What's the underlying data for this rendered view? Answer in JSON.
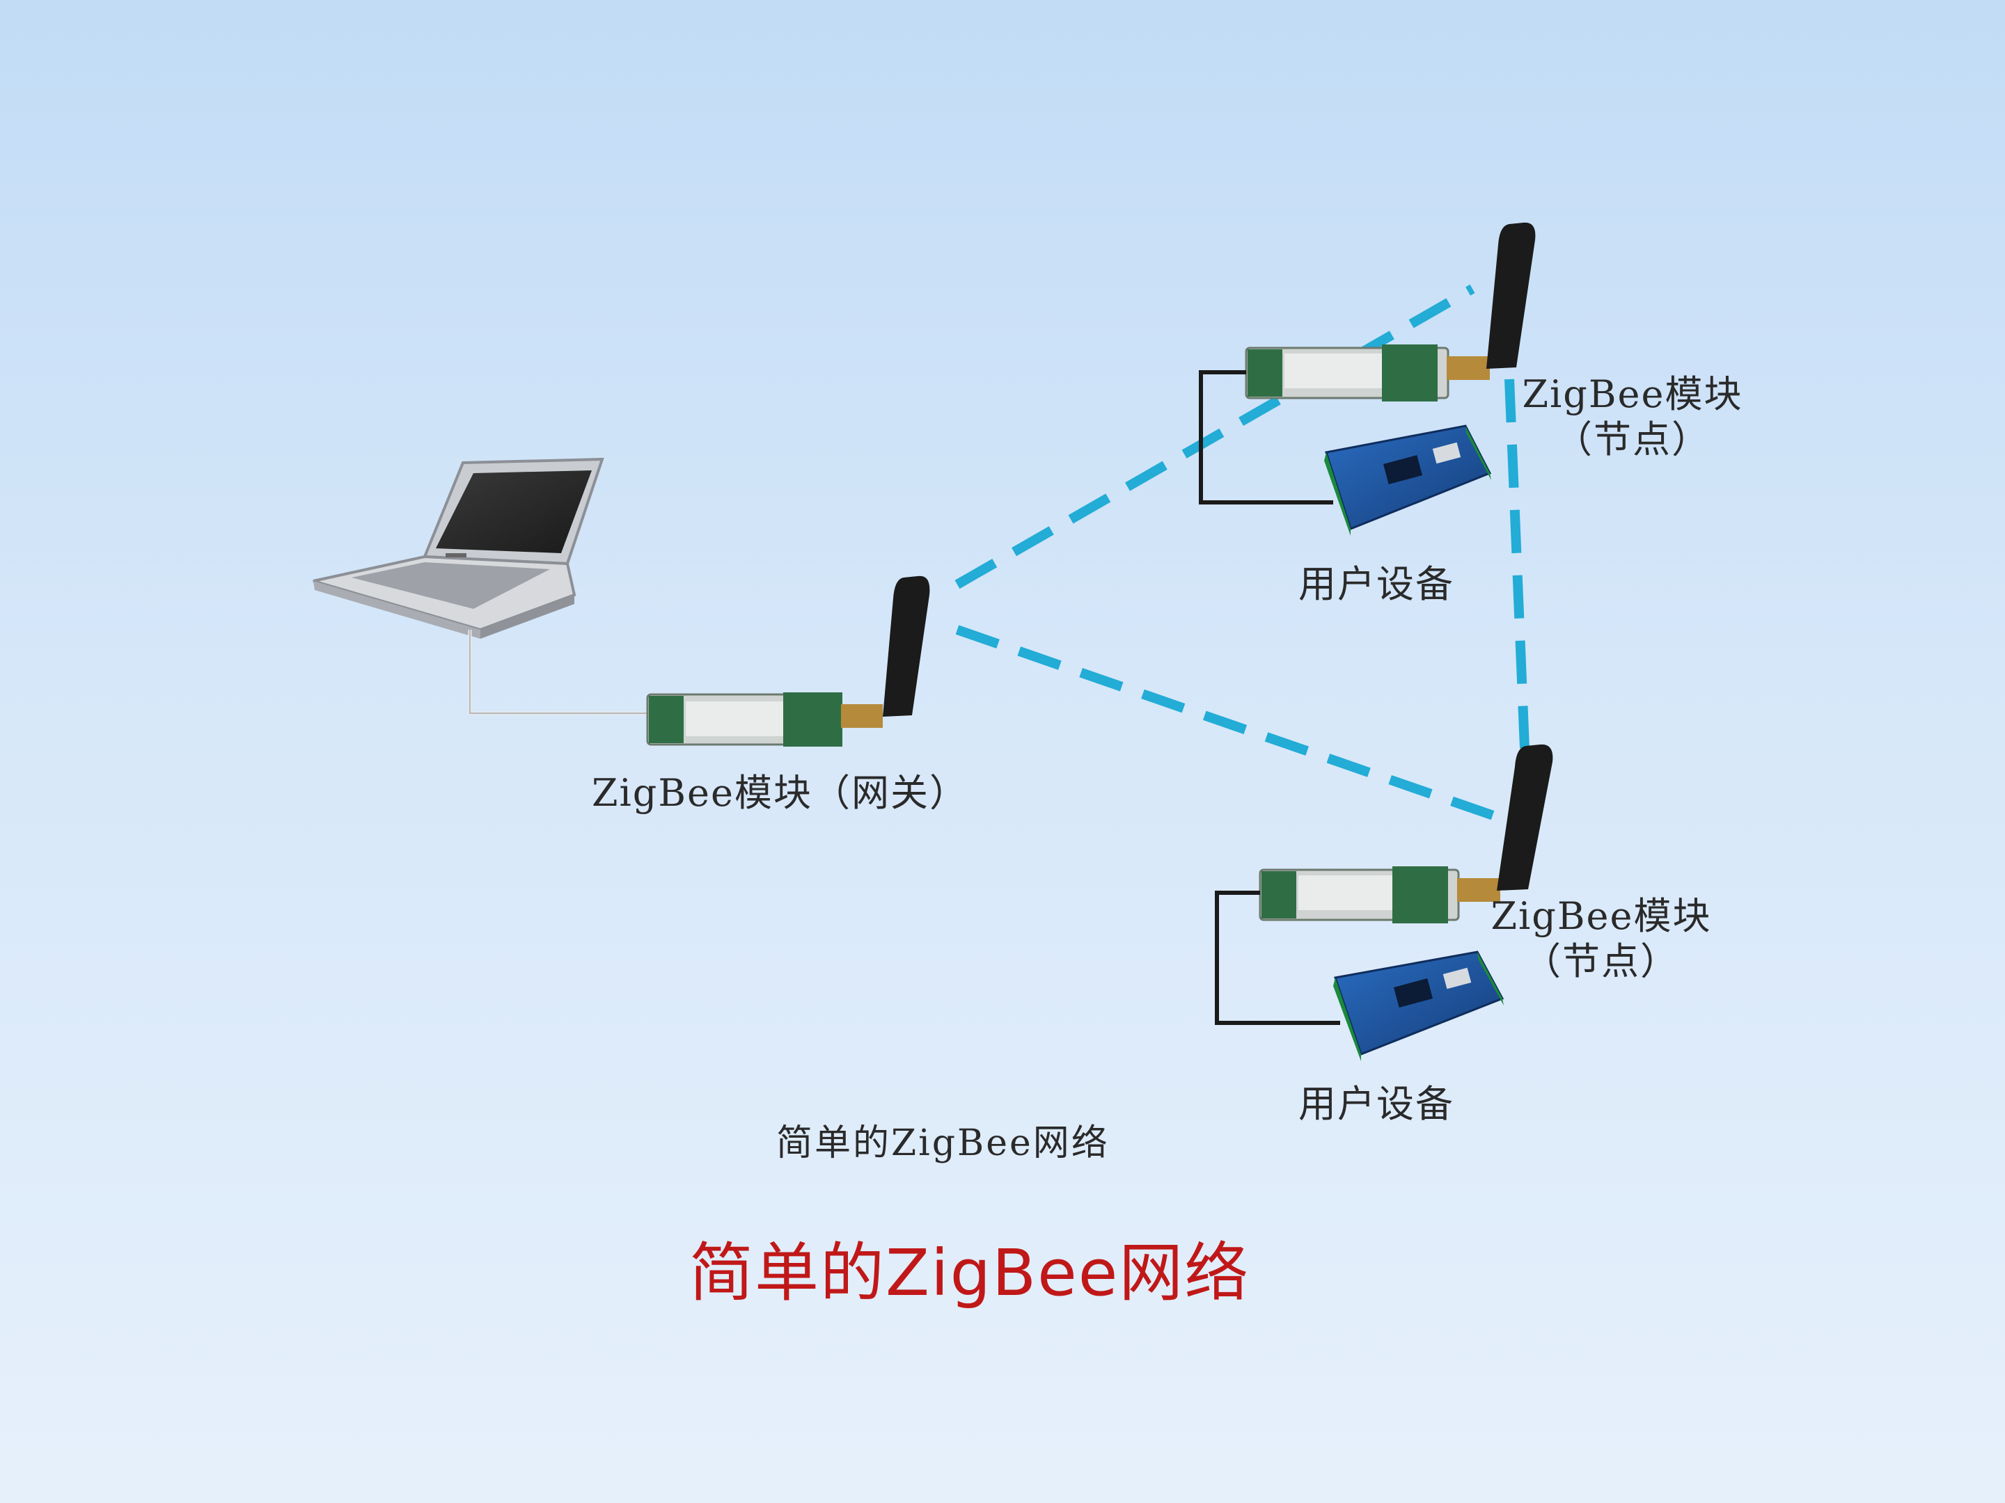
{
  "colors": {
    "link": "#22acd6",
    "caption": "#c01818",
    "text": "#2a2a2a"
  },
  "devices": {
    "computer": "laptop-icon",
    "gateway": "ZigBee模块（网关）",
    "node_top": {
      "line1": "ZigBee模块",
      "line2": "（节点）"
    },
    "node_bottom": {
      "line1": "ZigBee模块",
      "line2": "（节点）"
    },
    "user_device_top": "用户设备",
    "user_device_bottom": "用户设备"
  },
  "figure_caption": "简单的ZigBee网络",
  "slide_caption": "简单的ZigBee网络"
}
